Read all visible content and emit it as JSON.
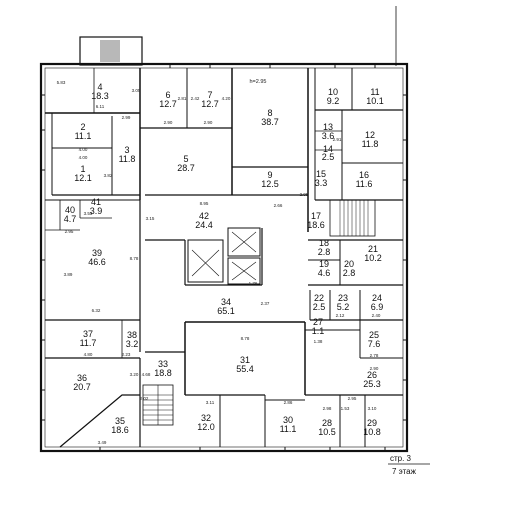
{
  "sheet": {
    "page": "стр. 3",
    "floor": "7 этаж",
    "ceiling_height": "h=2.95"
  },
  "rooms": [
    {
      "num": "4",
      "area": "18.3"
    },
    {
      "num": "6",
      "area": "12.7"
    },
    {
      "num": "7",
      "area": "12.7"
    },
    {
      "num": "8",
      "area": "38.7"
    },
    {
      "num": "10",
      "area": "9.2"
    },
    {
      "num": "11",
      "area": "10.1"
    },
    {
      "num": "2",
      "area": "11.1"
    },
    {
      "num": "3",
      "area": "11.8"
    },
    {
      "num": "1",
      "area": "12.1"
    },
    {
      "num": "5",
      "area": "28.7"
    },
    {
      "num": "13",
      "area": "3.6"
    },
    {
      "num": "12",
      "area": "11.8"
    },
    {
      "num": "14",
      "area": "2.5"
    },
    {
      "num": "15",
      "area": "3.3"
    },
    {
      "num": "16",
      "area": "11.6"
    },
    {
      "num": "9",
      "area": "12.5"
    },
    {
      "num": "40",
      "area": "4.7"
    },
    {
      "num": "41",
      "area": "3.9"
    },
    {
      "num": "42",
      "area": "24.4"
    },
    {
      "num": "17",
      "area": "18.6"
    },
    {
      "num": "39",
      "area": "46.6"
    },
    {
      "num": "18",
      "area": "2.8"
    },
    {
      "num": "21",
      "area": "10.2"
    },
    {
      "num": "19",
      "area": "4.6"
    },
    {
      "num": "20",
      "area": "2.8"
    },
    {
      "num": "22",
      "area": "2.5"
    },
    {
      "num": "23",
      "area": "5.2"
    },
    {
      "num": "24",
      "area": "6.9"
    },
    {
      "num": "34",
      "area": "65.1"
    },
    {
      "num": "37",
      "area": "11.7"
    },
    {
      "num": "38",
      "area": "3.2"
    },
    {
      "num": "27",
      "area": "1.1"
    },
    {
      "num": "25",
      "area": "7.6"
    },
    {
      "num": "31",
      "area": "55.4"
    },
    {
      "num": "33",
      "area": "18.8"
    },
    {
      "num": "36",
      "area": "20.7"
    },
    {
      "num": "26",
      "area": "25.3"
    },
    {
      "num": "35",
      "area": "18.6"
    },
    {
      "num": "32",
      "area": "12.0"
    },
    {
      "num": "30",
      "area": "11.1"
    },
    {
      "num": "28",
      "area": "10.5"
    },
    {
      "num": "29",
      "area": "10.8"
    }
  ],
  "dimensions": [
    "5.83",
    "3.05",
    "6.11",
    "2.81",
    "4.20",
    "2.90",
    "2.90",
    "2.99",
    "4.00",
    "4.00",
    "3.82",
    "2.91",
    "2.95",
    "8.95",
    "2.66",
    "3.53",
    "3.15",
    "8.78",
    "3.89",
    "6.32",
    "2.95",
    "2.12",
    "2.40",
    "4.80",
    "2.23",
    "8.78",
    "2.78",
    "2.90",
    "3.20",
    "4.68",
    "3.11",
    "2.86",
    "2.98",
    "2.95",
    "3.10",
    "3.49",
    "1.38",
    "2.37",
    "2.42",
    "2.02",
    "1.76",
    "1.53"
  ]
}
